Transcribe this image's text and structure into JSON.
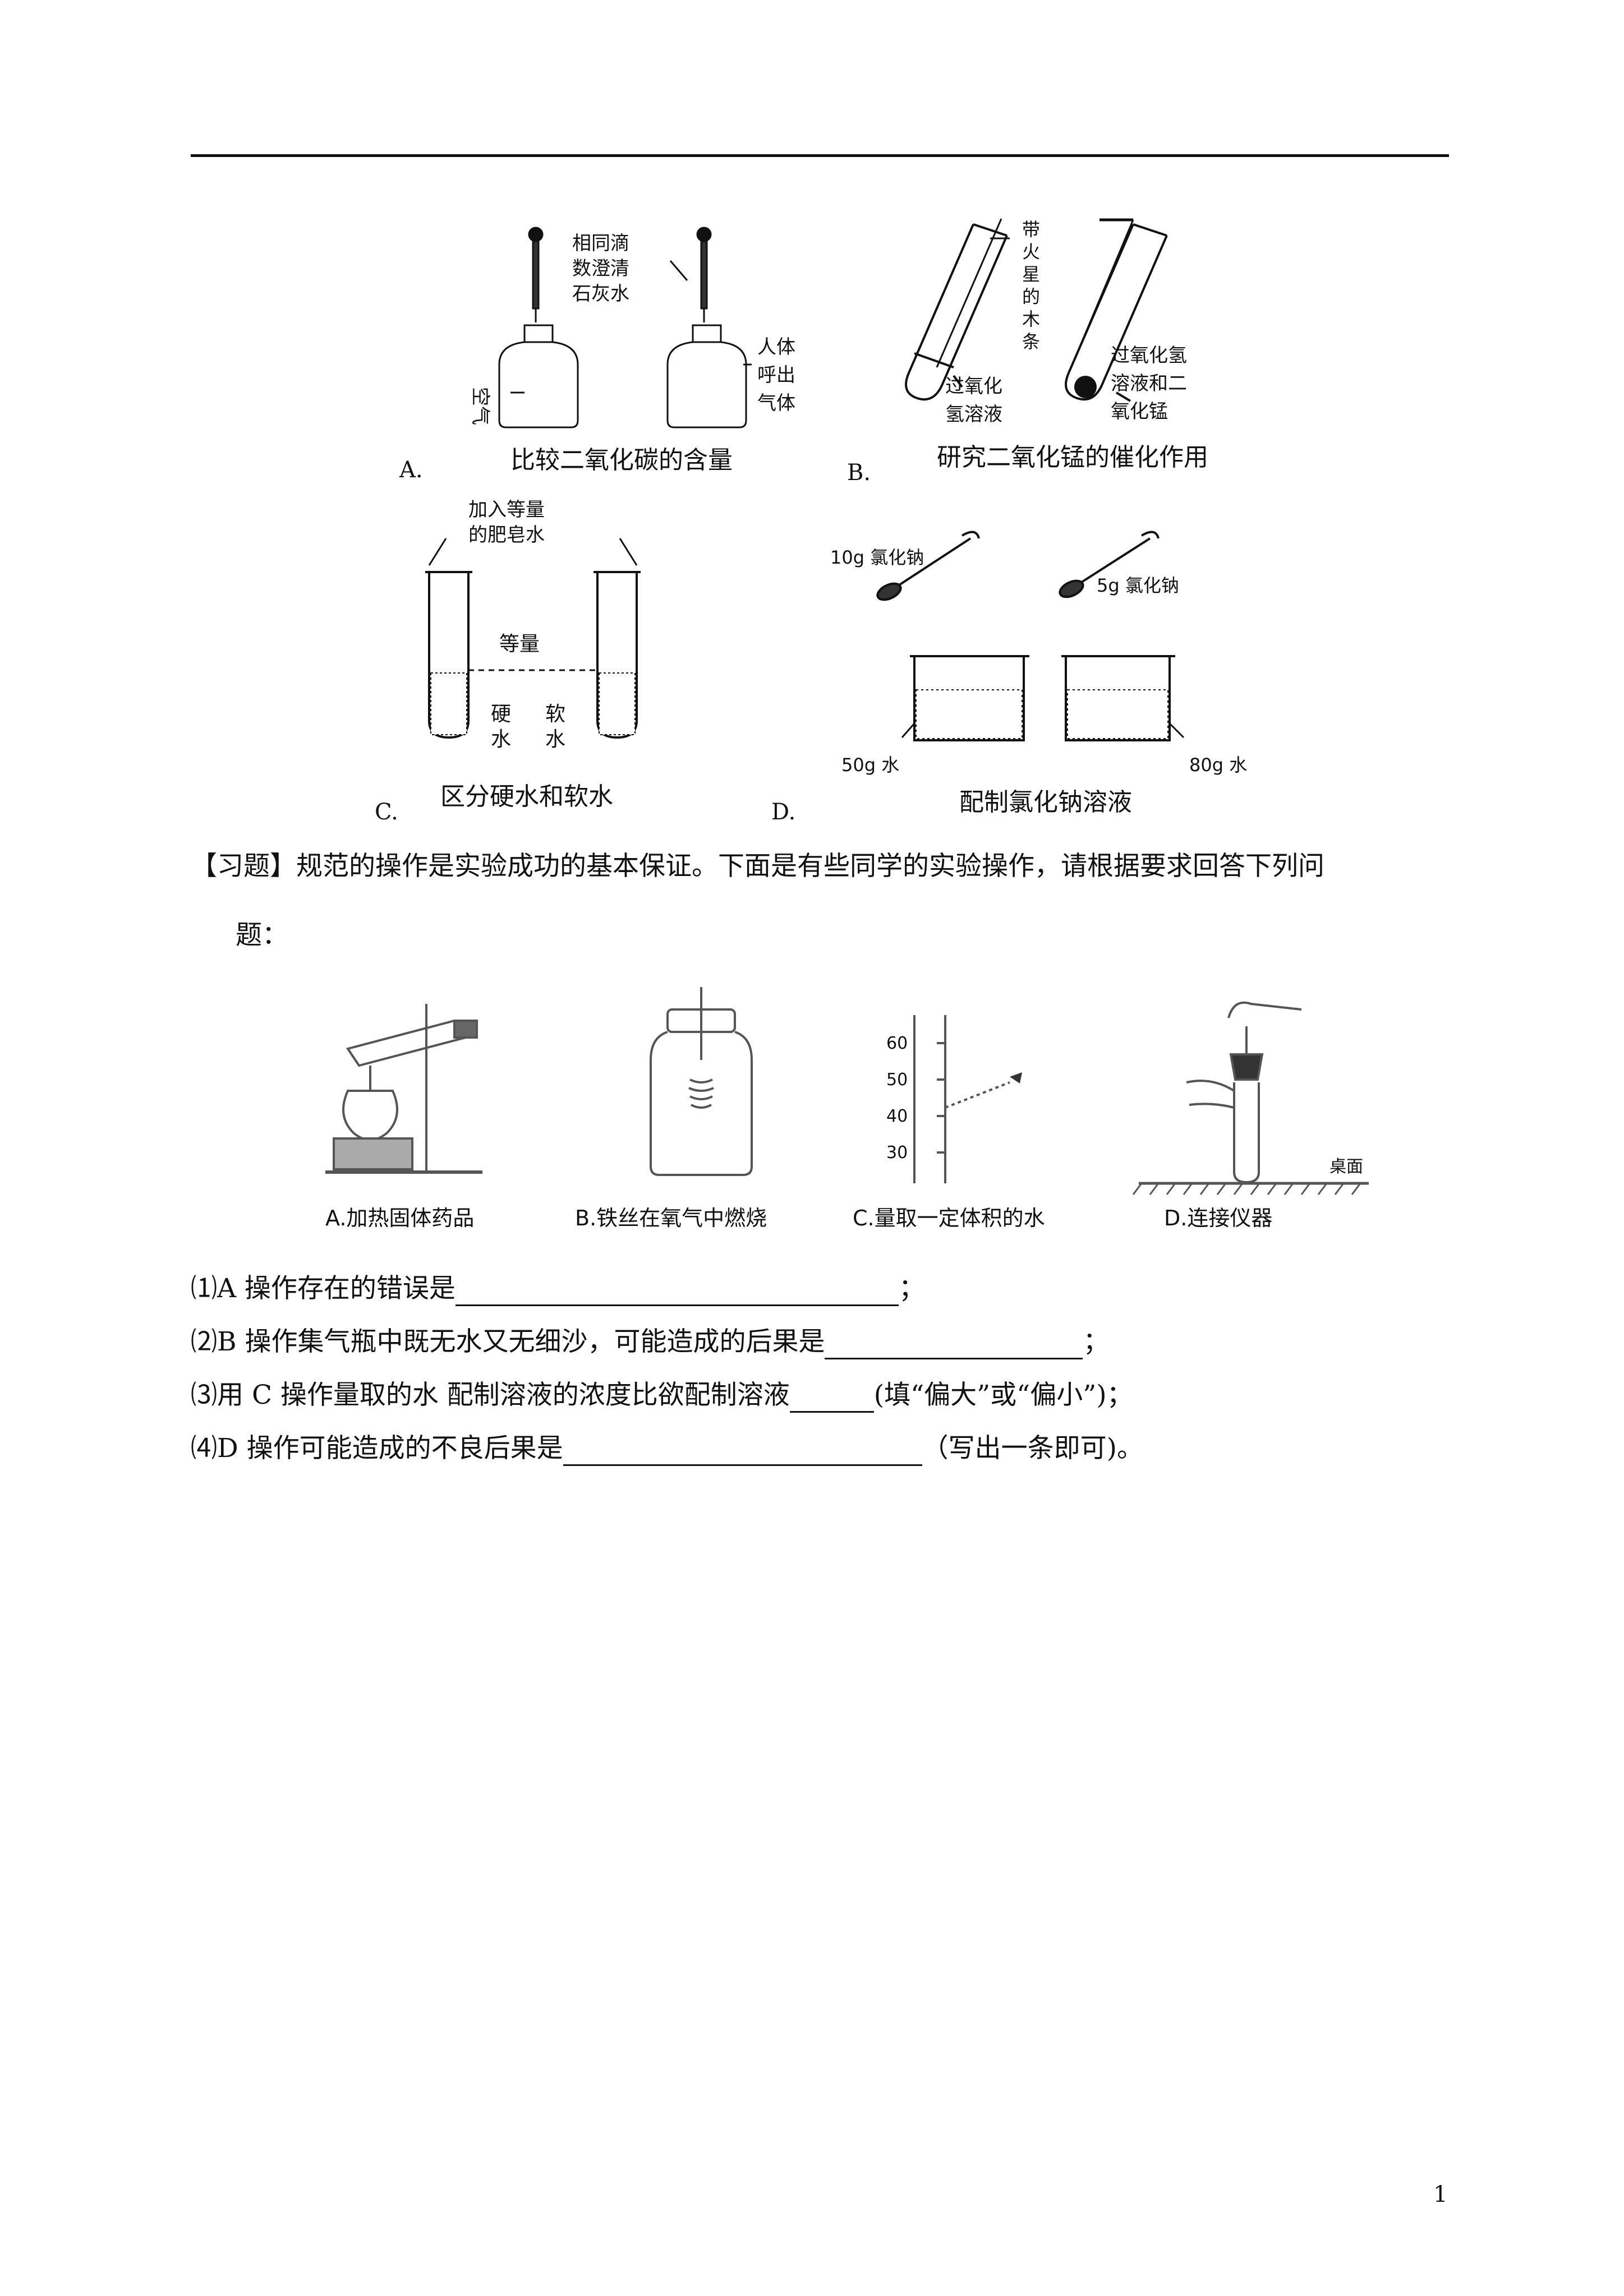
{
  "figure_top": {
    "A": {
      "letter": "A.",
      "caption": "比较二氧化碳的含量",
      "dropper_note": [
        "相同滴",
        "数澄清",
        "石灰水"
      ],
      "left_bottle_label": "空气",
      "right_bottle_label": [
        "人体",
        "呼出",
        "气体"
      ]
    },
    "B": {
      "letter": "B.",
      "caption": "研究二氧化锰的催化作用",
      "splint_label": [
        "带",
        "火",
        "星",
        "的",
        "木",
        "条"
      ],
      "left_tube_label": [
        "过氧化",
        "氢溶液"
      ],
      "right_tube_label": [
        "过氧化氢",
        "溶液和二",
        "氧化锰"
      ]
    },
    "C": {
      "letter": "C.",
      "caption": "区分硬水和软水",
      "top_note": [
        "加入等量",
        "的肥皂水"
      ],
      "middle_note": "等量",
      "left_tube_label": [
        "硬",
        "水"
      ],
      "right_tube_label": [
        "软",
        "水"
      ]
    },
    "D": {
      "letter": "D.",
      "caption": "配制氯化钠溶液",
      "left_spoon": "10g 氯化钠",
      "right_spoon": "5g 氯化钠",
      "left_beaker": "50g 水",
      "right_beaker": "80g 水"
    }
  },
  "exercise": {
    "intro_line1": "【习题】规范的操作是实验成功的基本保证。下面是有些同学的实验操作，请根据要求回答下列问",
    "intro_line2": "题：",
    "ops": [
      {
        "label": "A.加热固体药品"
      },
      {
        "label": "B.铁丝在氧气中燃烧"
      },
      {
        "label": "C.量取一定体积的水",
        "ticks": [
          "60",
          "50",
          "40",
          "30"
        ]
      },
      {
        "label": "D.连接仪器",
        "desk": "桌面"
      }
    ],
    "questions": [
      {
        "pre": "⑴A 操作存在的错误是",
        "post": "；"
      },
      {
        "pre": "⑵B 操作集气瓶中既无水又无细沙，可能造成的后果是",
        "post": "；"
      },
      {
        "pre": "⑶用 C 操作量取的水 配制溶液的浓度比欲配制溶液",
        "post": "(填“偏大”或“偏小”)；"
      },
      {
        "pre": "⑷D 操作可能造成的不良后果是",
        "post": "（写出一条即可)。"
      }
    ]
  },
  "page_number": "1"
}
